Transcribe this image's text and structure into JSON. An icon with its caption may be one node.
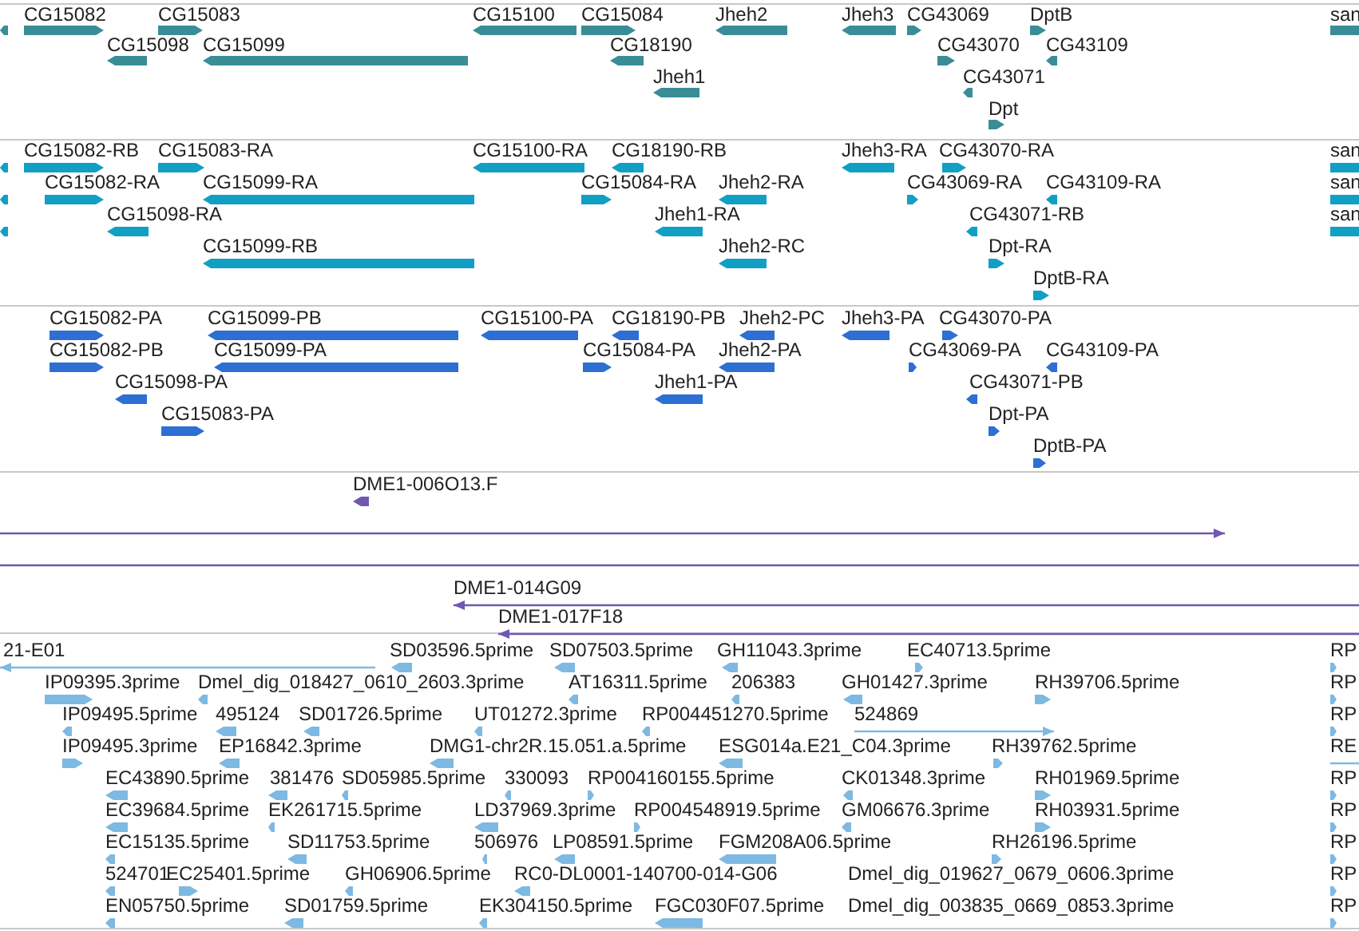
{
  "diagram": {
    "labels": [
      "CG15082",
      "CG15083",
      "CG15098",
      "CG15099",
      "CG15100",
      "CG15084",
      "CG18190",
      "Jheh2",
      "Jheh1",
      "Jheh3",
      "CG43069",
      "DptB",
      "CG43070",
      "CG43109",
      "CG43071",
      "Dpt",
      "san",
      "CG15082-RB",
      "CG15083-RA",
      "CG15082-RA",
      "CG15098-RA",
      "CG15099-RA",
      "CG15099-RB",
      "CG15100-RA",
      "CG18190-RB",
      "CG15084-RA",
      "Jheh2-RA",
      "Jheh1-RA",
      "Jheh2-RC",
      "Jheh3-RA",
      "CG43070-RA",
      "CG43069-RA",
      "CG43109-RA",
      "CG43071-RB",
      "Dpt-RA",
      "DptB-RA",
      "san",
      "san",
      "san",
      "CG15082-PA",
      "CG15099-PB",
      "CG15082-PB",
      "CG15099-PA",
      "CG15098-PA",
      "CG15083-PA",
      "CG15100-PA",
      "CG18190-PB",
      "Jheh2-PC",
      "CG15084-PA",
      "Jheh2-PA",
      "Jheh1-PA",
      "Jheh3-PA",
      "CG43070-PA",
      "CG43069-PA",
      "CG43109-PA",
      "CG43071-PB",
      "Dpt-PA",
      "DptB-PA",
      "DME1-006O13.F",
      "DME1-014G09",
      "DME1-017F18",
      "21-E01",
      "SD03596.5prime",
      "SD07503.5prime",
      "GH11043.3prime",
      "EC40713.5prime",
      "RP",
      "IP09395.3prime",
      "Dmel_dig_018427_0610_2603.3prime",
      "AT16311.5prime",
      "206383",
      "GH01427.3prime",
      "RH39706.5prime",
      "RP",
      "IP09495.5prime",
      "495124",
      "SD01726.5prime",
      "UT01272.3prime",
      "RP004451270.5prime",
      "524869",
      "RP",
      "IP09495.3prime",
      "EP16842.3prime",
      "DMG1-chr2R.15.051.a.5prime",
      "ESG014a.E21_C04.3prime",
      "RH39762.5prime",
      "RE",
      "EC43890.5prime",
      "381476",
      "SD05985.5prime",
      "330093",
      "RP004160155.5prime",
      "CK01348.3prime",
      "RH01969.5prime",
      "RP",
      "EC39684.5prime",
      "EK261715.5prime",
      "LD37969.3prime",
      "RP004548919.5prime",
      "GM06676.3prime",
      "RH03931.5prime",
      "RP",
      "EC15135.5prime",
      "SD11753.5prime",
      "506976",
      "LP08591.5prime",
      "FGM208A06.5prime",
      "RH26196.5prime",
      "RP",
      "524701",
      "EC25401.5prime",
      "GH06906.5prime",
      "RC0-DL0001-140700-014-G06",
      "Dmel_dig_019627_0679_0606.3prime",
      "RP",
      "EN05750.5prime",
      "SD01759.5prime",
      "EK304150.5prime",
      "FGC030F07.5prime",
      "Dmel_dig_003835_0669_0853.3prime",
      "RP"
    ]
  }
}
